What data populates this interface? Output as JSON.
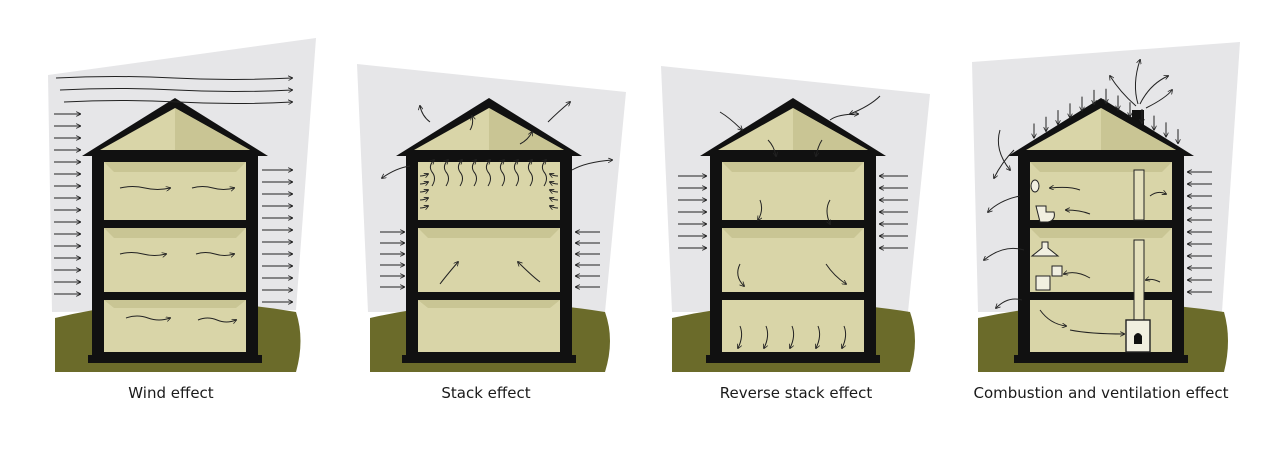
{
  "panels": [
    {
      "id": "wind",
      "caption": "Wind effect"
    },
    {
      "id": "stack",
      "caption": "Stack effect"
    },
    {
      "id": "reverse",
      "caption": "Reverse stack effect"
    },
    {
      "id": "combustion",
      "caption": "Combustion and ventilation effect"
    }
  ],
  "colors": {
    "sky": "#e6e6e8",
    "ground": "#6b6b2a",
    "ground_dark": "#4f5020",
    "wall_outer": "#111111",
    "room_fill": "#d9d5a8",
    "room_inner": "#cfcb98",
    "arrow": "#222222"
  }
}
